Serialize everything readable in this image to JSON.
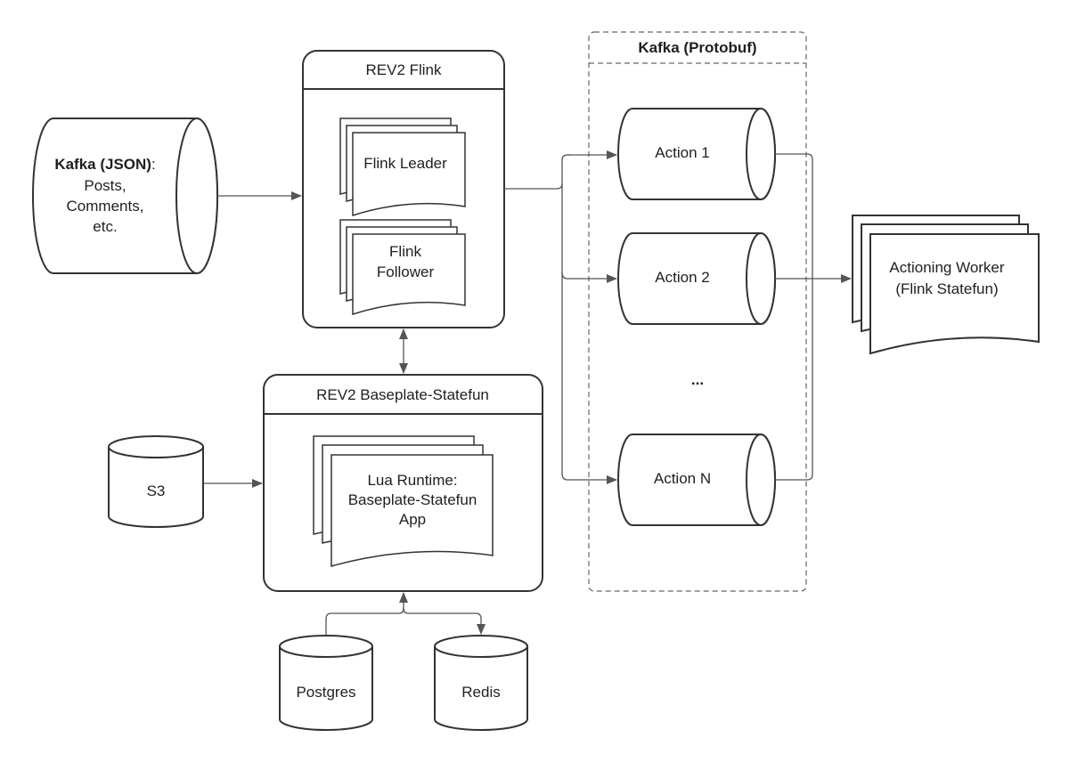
{
  "kafka_json": {
    "title": "Kafka (JSON)",
    "colon": ":",
    "lines": [
      "Posts,",
      "Comments,",
      "etc."
    ]
  },
  "flink": {
    "title": "REV2 Flink",
    "leader": "Flink Leader",
    "follower": [
      "Flink",
      "Follower"
    ]
  },
  "baseplate": {
    "title": "REV2 Baseplate-Statefun",
    "runtime": [
      "Lua Runtime:",
      "Baseplate-Statefun",
      "App"
    ]
  },
  "s3": {
    "label": "S3"
  },
  "postgres": {
    "label": "Postgres"
  },
  "redis": {
    "label": "Redis"
  },
  "kafka_protobuf": {
    "title": "Kafka (Protobuf)",
    "actions": [
      "Action 1",
      "Action 2",
      "Action N"
    ],
    "ellipsis": "..."
  },
  "worker": {
    "label": [
      "Actioning Worker",
      "(Flink Statefun)"
    ]
  }
}
